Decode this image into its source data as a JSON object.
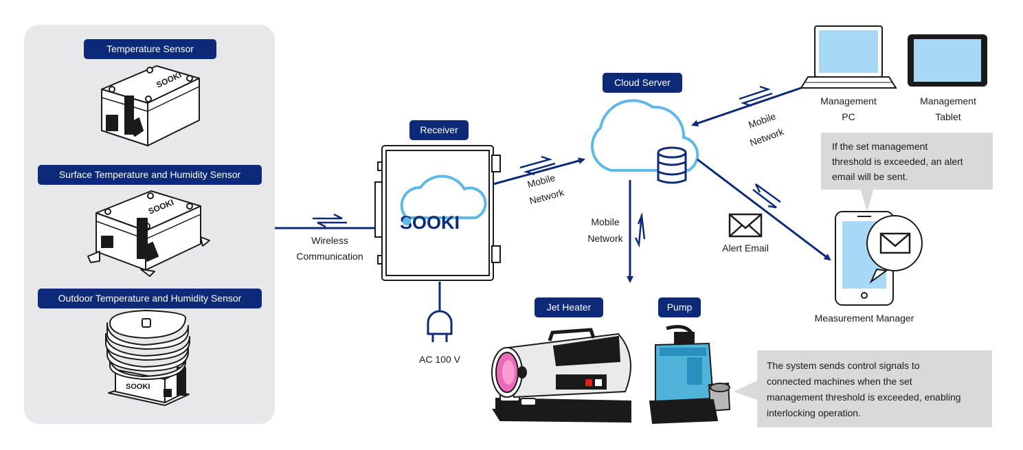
{
  "sensors": {
    "temperature": "Temperature Sensor",
    "surface": "Surface Temperature and Humidity Sensor",
    "outdoor": "Outdoor Temperature and Humidity Sensor"
  },
  "receiver": {
    "label": "Receiver",
    "logo_text": "SOOKI"
  },
  "cloud": {
    "label": "Cloud Server"
  },
  "connections": {
    "wireless": [
      "Wireless",
      "Communication"
    ],
    "mobile_receiver": [
      "Mobile",
      "Network"
    ],
    "mobile_down": [
      "Mobile",
      "Network"
    ],
    "mobile_pc": [
      "Mobile",
      "Network"
    ],
    "alert_email": "Alert Email",
    "power": "AC 100 V"
  },
  "devices": {
    "pc": [
      "Management",
      "PC"
    ],
    "tablet": [
      "Management",
      "Tablet"
    ],
    "manager": "Measurement Manager"
  },
  "machines": {
    "heater": "Jet Heater",
    "pump": "Pump"
  },
  "callouts": {
    "alert": [
      "If the set management",
      "threshold is exceeded, an alert",
      "email will be sent."
    ],
    "control": [
      "The system sends control signals to",
      "connected machines when the set",
      "management threshold is exceeded, enabling",
      "interlocking operation."
    ]
  },
  "colors": {
    "navy": "#0c2a78",
    "cloud_blue": "#5eb8e8",
    "screen_blue": "#a7d8f5",
    "panel_gray": "#e8e8ea",
    "callout_gray": "#d9d9d9"
  }
}
